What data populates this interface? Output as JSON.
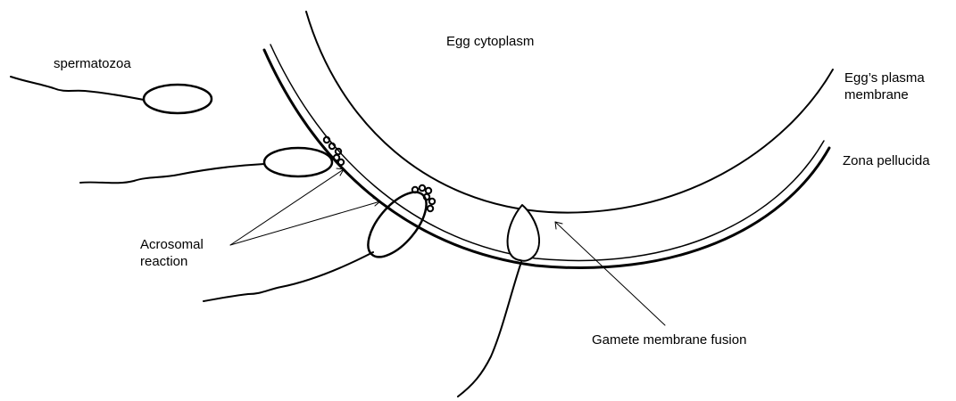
{
  "labels": {
    "egg_cytoplasm": "Egg cytoplasm",
    "plasma_membrane_line1": "Egg’s plasma",
    "plasma_membrane_line2": "membrane",
    "zona_pellucida": "Zona pellucida",
    "spermatozoa": "spermatozoa",
    "acrosomal_line1": "Acrosomal",
    "acrosomal_line2": "reaction",
    "fusion": "Gamete membrane fusion"
  },
  "colors": {
    "stroke": "#000000",
    "background": "#ffffff"
  }
}
